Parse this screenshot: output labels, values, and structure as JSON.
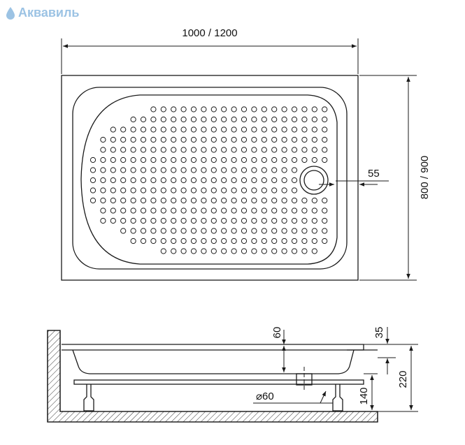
{
  "brand": {
    "name": "Аквавиль",
    "icon": "water-drop-icon",
    "color": "#9cc3e4"
  },
  "top_view": {
    "width_label": "1000 / 1200",
    "height_label": "800 / 900",
    "drain_offset_label": "55"
  },
  "side_view": {
    "depth_label": "60",
    "rim_label": "35",
    "total_height_label": "220",
    "leg_height_label": "140",
    "drain_diameter_label": "⌀60"
  },
  "colors": {
    "line": "#1a1a1a",
    "logo": "#9cc3e4"
  }
}
